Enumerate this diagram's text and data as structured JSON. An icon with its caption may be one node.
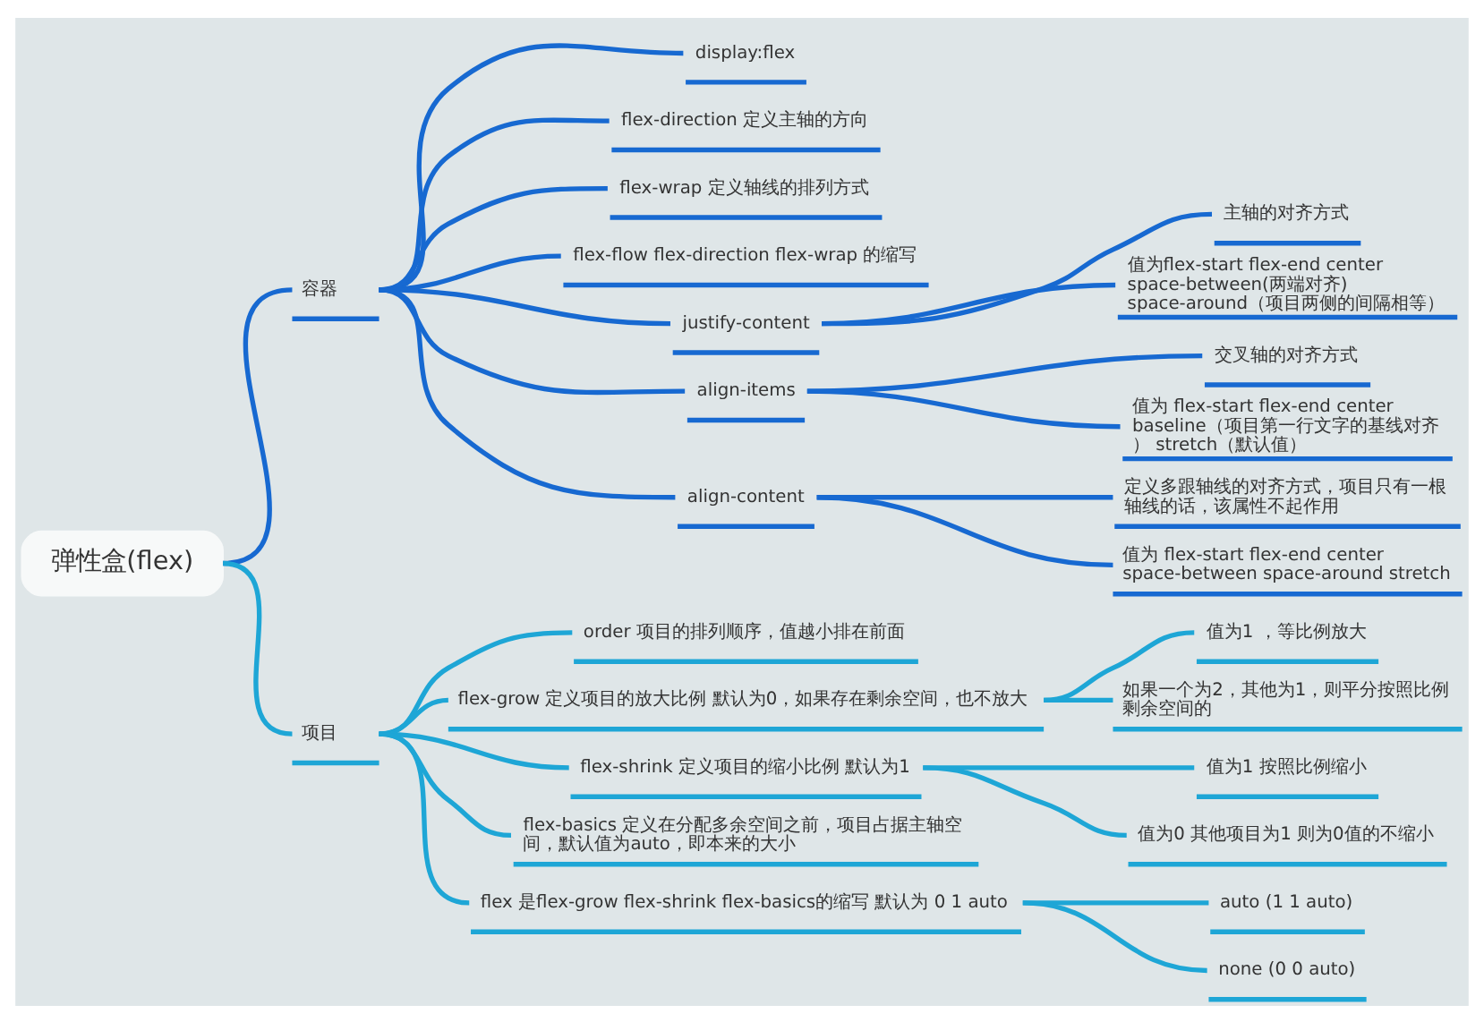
{
  "diagram": {
    "nodes": [
      {
        "text": [
          "弹性盒(flex)"
        ]
      },
      {
        "text": [
          "容器"
        ]
      },
      {
        "text": [
          "display:flex"
        ]
      },
      {
        "text": [
          "flex-direction 定义主轴的方向"
        ]
      },
      {
        "text": [
          "flex-wrap 定义轴线的排列方式"
        ]
      },
      {
        "text": [
          "flex-flow flex-direction flex-wrap 的缩写"
        ]
      },
      {
        "text": [
          "justify-content"
        ]
      },
      {
        "text": [
          "主轴的对齐方式"
        ]
      },
      {
        "text": [
          "值为flex-start flex-end center space-between(两端对齐) space-around（项目两侧的间隔相等）"
        ]
      },
      {
        "text": [
          "align-items"
        ]
      },
      {
        "text": [
          "交叉轴的对齐方式"
        ]
      },
      {
        "text": [
          "值为 flex-start flex-end center baseline（项目第一行文字的基线对齐） stretch（默认值）"
        ]
      },
      {
        "text": [
          "align-content"
        ]
      },
      {
        "text": [
          "定义多跟轴线的对齐方式，项目只有一根轴线的话，该属性不起作用"
        ]
      },
      {
        "text": [
          "值为 flex-start flex-end center space-between space-around stretch"
        ]
      },
      {
        "text": [
          "项目"
        ]
      },
      {
        "text": [
          "order 项目的排列顺序，值越小排在前面"
        ]
      },
      {
        "text": [
          "flex-grow 定义项目的放大比例 默认为0，如果存在剩余空间，也不放大"
        ]
      },
      {
        "text": [
          "值为1 ，等比例放大"
        ]
      },
      {
        "text": [
          "如果一个为2，其他为1，则平分按照比例剩余空间的"
        ]
      },
      {
        "text": [
          "flex-shrink 定义项目的缩小比例 默认为1"
        ]
      },
      {
        "text": [
          "值为1 按照比例缩小"
        ]
      },
      {
        "text": [
          "值为0 其他项目为1 则为0值的不缩小"
        ]
      },
      {
        "text": [
          "flex-basics 定义在分配多余空间之前，项目占据主轴空间，默认值为auto，即本来的大小"
        ]
      },
      {
        "text": [
          "flex 是flex-grow flex-shrink flex-basics的缩写 默认为 0 1 auto"
        ]
      },
      {
        "text": [
          "auto (1 1 auto)"
        ]
      },
      {
        "text": [
          "none (0 0 auto)"
        ]
      }
    ],
    "edges": [
      {
        "from": 0,
        "to": 1,
        "arrow": "none"
      },
      {
        "from": 1,
        "to": 2,
        "arrow": "none"
      },
      {
        "from": 1,
        "to": 3,
        "arrow": "none"
      },
      {
        "from": 1,
        "to": 4,
        "arrow": "none"
      },
      {
        "from": 1,
        "to": 5,
        "arrow": "none"
      },
      {
        "from": 1,
        "to": 6,
        "arrow": "none"
      },
      {
        "from": 6,
        "to": 7,
        "arrow": "none"
      },
      {
        "from": 6,
        "to": 8,
        "arrow": "none"
      },
      {
        "from": 1,
        "to": 9,
        "arrow": "none"
      },
      {
        "from": 9,
        "to": 10,
        "arrow": "none"
      },
      {
        "from": 9,
        "to": 11,
        "arrow": "none"
      },
      {
        "from": 1,
        "to": 12,
        "arrow": "none"
      },
      {
        "from": 12,
        "to": 13,
        "arrow": "none"
      },
      {
        "from": 12,
        "to": 14,
        "arrow": "none"
      },
      {
        "from": 0,
        "to": 15,
        "arrow": "none",
        "color": "#1ea6d6"
      },
      {
        "from": 15,
        "to": 16,
        "arrow": "none",
        "color": "#1ea6d6"
      },
      {
        "from": 15,
        "to": 17,
        "arrow": "none",
        "color": "#1ea6d6"
      },
      {
        "from": 17,
        "to": 18,
        "arrow": "none",
        "color": "#1ea6d6"
      },
      {
        "from": 17,
        "to": 19,
        "arrow": "none",
        "color": "#1ea6d6"
      },
      {
        "from": 15,
        "to": 20,
        "arrow": "none",
        "color": "#1ea6d6"
      },
      {
        "from": 20,
        "to": 21,
        "arrow": "none",
        "color": "#1ea6d6"
      },
      {
        "from": 20,
        "to": 22,
        "arrow": "none",
        "color": "#1ea6d6"
      },
      {
        "from": 15,
        "to": 23,
        "arrow": "none",
        "color": "#1ea6d6"
      },
      {
        "from": 15,
        "to": 24,
        "arrow": "none",
        "color": "#1ea6d6"
      },
      {
        "from": 24,
        "to": 25,
        "arrow": "none",
        "color": "#1ea6d6"
      },
      {
        "from": 24,
        "to": 26,
        "arrow": "none",
        "color": "#1ea6d6"
      }
    ]
  }
}
